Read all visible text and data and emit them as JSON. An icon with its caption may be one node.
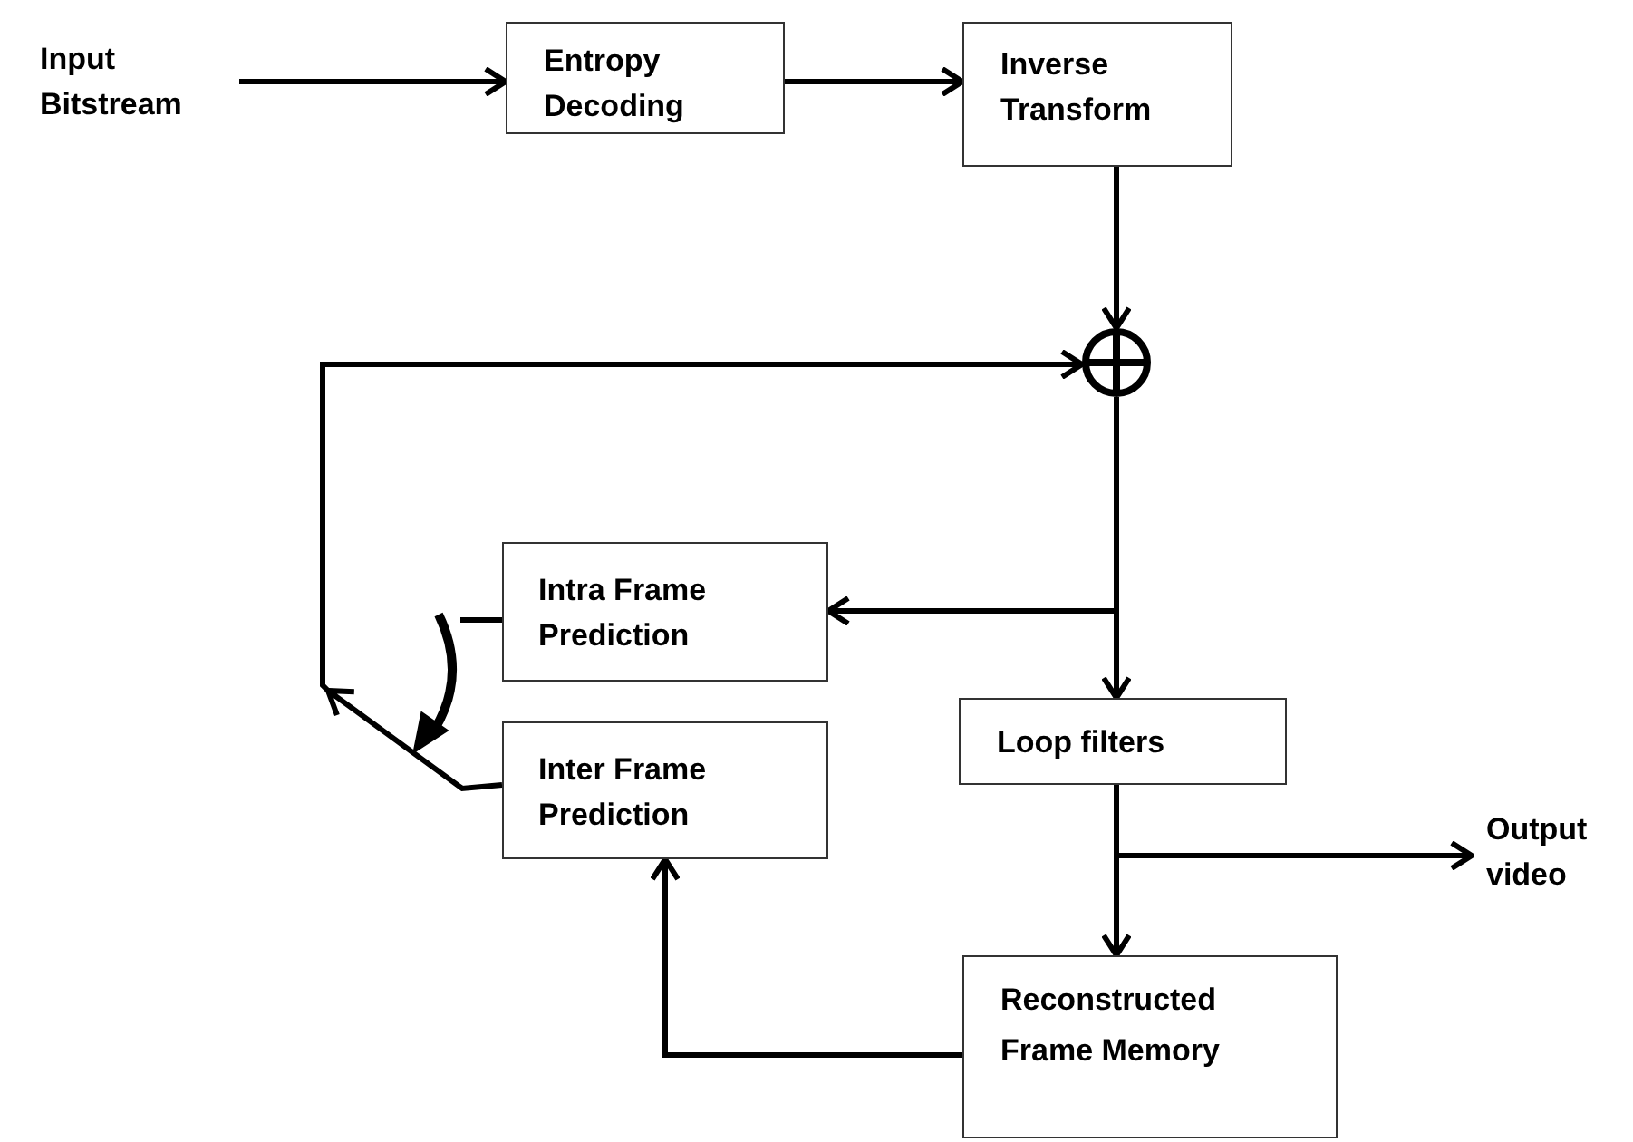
{
  "diagram": {
    "nodes": [
      {
        "text": [
          "Input Bitstream"
        ]
      },
      {
        "text": [
          "Entropy Decoding"
        ]
      },
      {
        "text": [
          "Inverse Transform"
        ]
      },
      {
        "text": [],
        "shape": "circle"
      },
      {
        "text": [
          "Intra Frame Prediction"
        ]
      },
      {
        "text": [
          "Inter Frame Prediction"
        ]
      },
      {
        "text": [
          "Loop filters"
        ]
      },
      {
        "text": [
          "Reconstructed Frame Memory"
        ]
      },
      {
        "text": [
          "Output video"
        ]
      }
    ],
    "edges": [
      {
        "from": 0,
        "to": 1,
        "arrow": "to"
      },
      {
        "from": 1,
        "to": 2,
        "arrow": "to"
      },
      {
        "from": 2,
        "to": 3,
        "arrow": "to"
      },
      {
        "from": 3,
        "to": 4,
        "arrow": "to"
      },
      {
        "from": 3,
        "to": 6,
        "arrow": "to"
      },
      {
        "from": 6,
        "to": 7,
        "arrow": "to"
      },
      {
        "from": 6,
        "to": 8,
        "arrow": "to"
      },
      {
        "from": 7,
        "to": 5,
        "arrow": "to"
      },
      {
        "from": 5,
        "to": 3,
        "arrow": "to"
      },
      {
        "from": 4,
        "to": null,
        "arrow": "none"
      }
    ]
  }
}
